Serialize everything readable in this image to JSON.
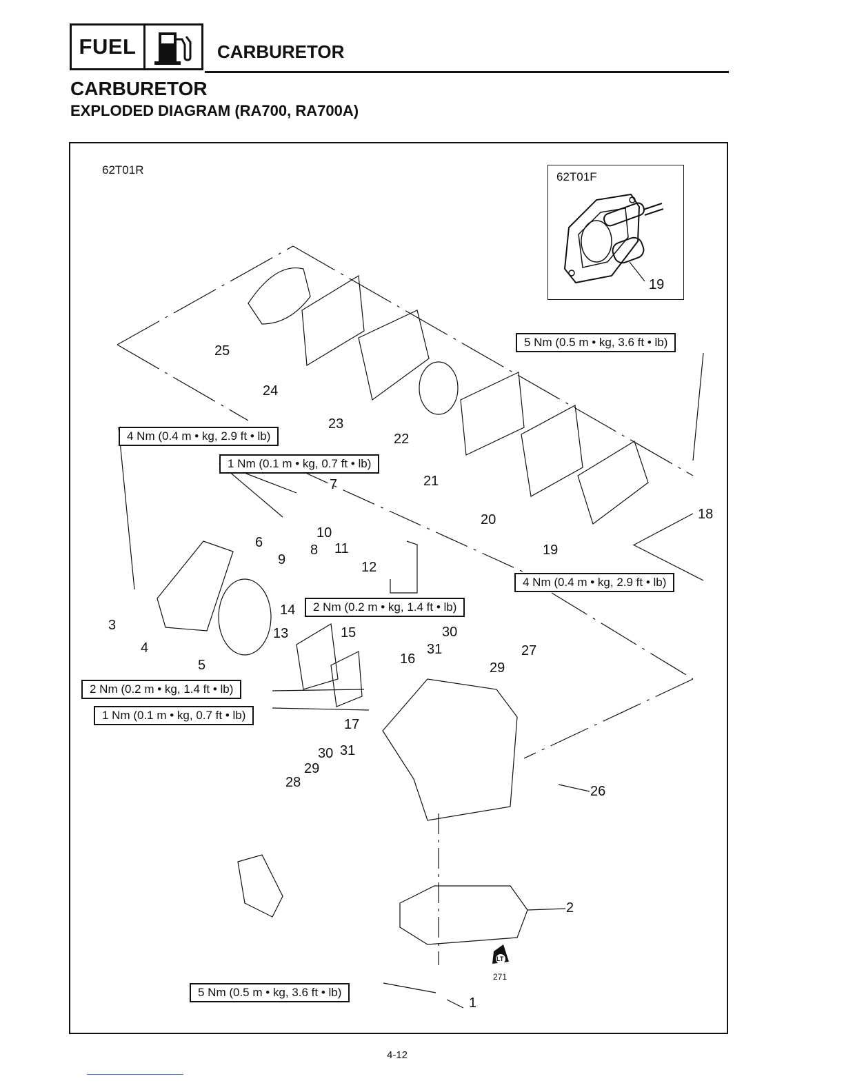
{
  "header": {
    "section": "FUEL",
    "icon": "fuel-pump-icon",
    "title": "CARBURETOR"
  },
  "page": {
    "title": "CARBURETOR",
    "subtitle": "EXPLODED DIAGRAM (RA700, RA700A)",
    "number": "4-12"
  },
  "diagram": {
    "code_main": "62T01R",
    "code_inset": "62T01F",
    "inset_callout": "19",
    "torques": [
      "5 Nm (0.5 m • kg, 3.6 ft • lb)",
      "4 Nm (0.4 m • kg, 2.9 ft • lb)",
      "1 Nm (0.1 m • kg, 0.7 ft • lb)",
      "4 Nm (0.4 m • kg, 2.9 ft • lb)",
      "2 Nm (0.2 m • kg, 1.4 ft • lb)",
      "2 Nm (0.2 m • kg, 1.4 ft • lb)",
      "1 Nm (0.1 m • kg, 0.7 ft • lb)",
      "5 Nm (0.5 m • kg, 3.6 ft • lb)"
    ],
    "callouts": [
      "25",
      "24",
      "23",
      "22",
      "21",
      "20",
      "19",
      "18",
      "7",
      "6",
      "10",
      "8",
      "11",
      "9",
      "12",
      "3",
      "4",
      "5",
      "14",
      "13",
      "15",
      "16",
      "30",
      "31",
      "27",
      "29",
      "17",
      "30",
      "31",
      "29",
      "28",
      "26",
      "2",
      "1"
    ],
    "sealant_code": "271",
    "sealant_label": "LT"
  },
  "colors": {
    "ink": "#111111"
  }
}
